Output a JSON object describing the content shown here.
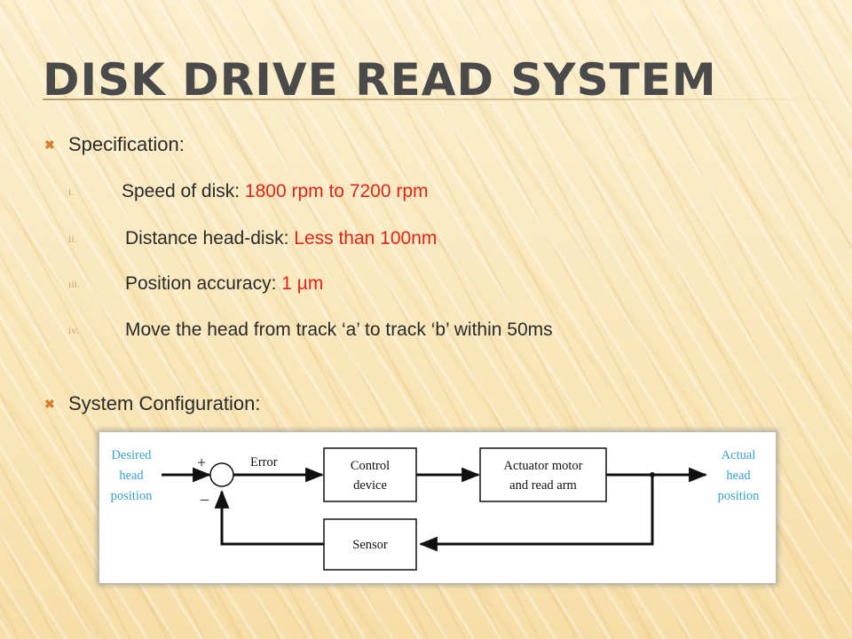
{
  "title": "Disk Drive Read System",
  "spec_heading": "Specification:",
  "spec_items": [
    {
      "num": "i.",
      "label": "Speed of disk: ",
      "value": "1800 rpm to 7200 rpm"
    },
    {
      "num": "ii.",
      "label": "Distance head-disk: ",
      "value": "Less than 100nm"
    },
    {
      "num": "iii.",
      "label": "Position accuracy: ",
      "value": "1 µm"
    },
    {
      "num": "iv.",
      "label": "Move the head from track ‘a’ to track ‘b’ within 50ms",
      "value": ""
    }
  ],
  "config_heading": "System Configuration:",
  "bullet_icon": "x-bullet-icon",
  "colors": {
    "accent_bullet": "#d4812f",
    "value_red": "#e02218",
    "diagram_blue": "#3a9fce"
  },
  "diagram": {
    "input": [
      "Desired",
      "head",
      "position"
    ],
    "output": [
      "Actual",
      "head",
      "position"
    ],
    "plus": "+",
    "minus": "–",
    "error": "Error",
    "control": [
      "Control",
      "device"
    ],
    "actuator": [
      "Actuator motor",
      "and read arm"
    ],
    "sensor": "Sensor"
  }
}
